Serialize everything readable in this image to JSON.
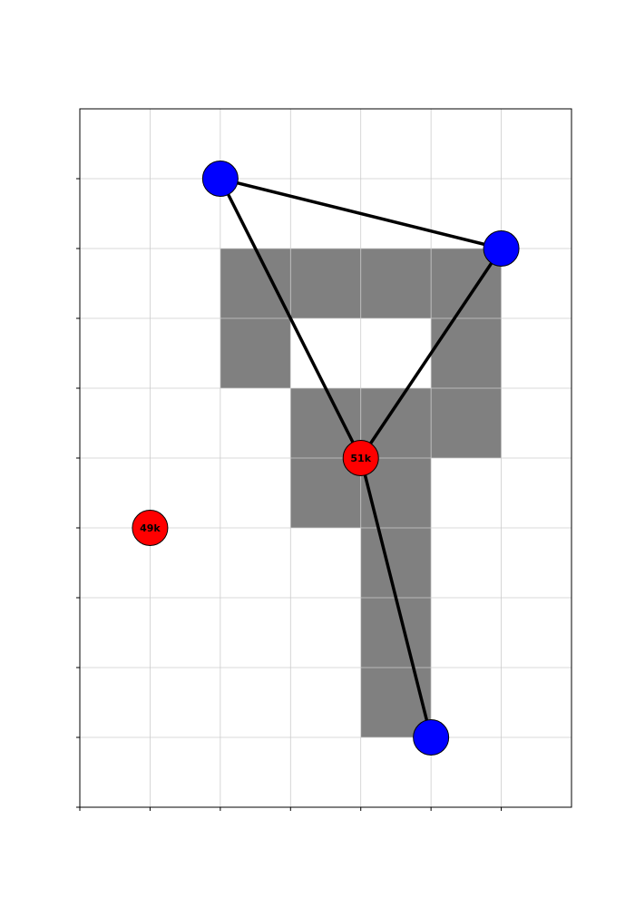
{
  "chart_data": {
    "type": "scatter",
    "title": "",
    "xlabel": "",
    "ylabel": "",
    "xlim": [
      0,
      7
    ],
    "ylim": [
      0,
      10
    ],
    "grid": true,
    "tick_labels_shown": false,
    "colors": {
      "frame": "#000000",
      "grid": "#cccccc",
      "shaded": "#808080",
      "edge": "#000000",
      "blue_node": "#0000ff",
      "red_node": "#ff0000"
    },
    "shaded_cells": [
      {
        "x": 2,
        "y": 7
      },
      {
        "x": 3,
        "y": 7
      },
      {
        "x": 4,
        "y": 7
      },
      {
        "x": 5,
        "y": 7
      },
      {
        "x": 2,
        "y": 6
      },
      {
        "x": 5,
        "y": 6
      },
      {
        "x": 3,
        "y": 5
      },
      {
        "x": 4,
        "y": 5
      },
      {
        "x": 5,
        "y": 5
      },
      {
        "x": 3,
        "y": 4
      },
      {
        "x": 4,
        "y": 4
      },
      {
        "x": 4,
        "y": 3
      },
      {
        "x": 4,
        "y": 2
      },
      {
        "x": 4,
        "y": 1
      }
    ],
    "blue_nodes": [
      {
        "id": "b1",
        "x": 2,
        "y": 9
      },
      {
        "id": "b2",
        "x": 6,
        "y": 8
      },
      {
        "id": "b3",
        "x": 5,
        "y": 1
      }
    ],
    "red_nodes": [
      {
        "id": "r1",
        "x": 4,
        "y": 5,
        "label": "51k"
      },
      {
        "id": "r2",
        "x": 1,
        "y": 4,
        "label": "49k"
      }
    ],
    "edges": [
      [
        "b1",
        "b2"
      ],
      [
        "b1",
        "r1"
      ],
      [
        "b2",
        "r1"
      ],
      [
        "r1",
        "b3"
      ]
    ]
  }
}
